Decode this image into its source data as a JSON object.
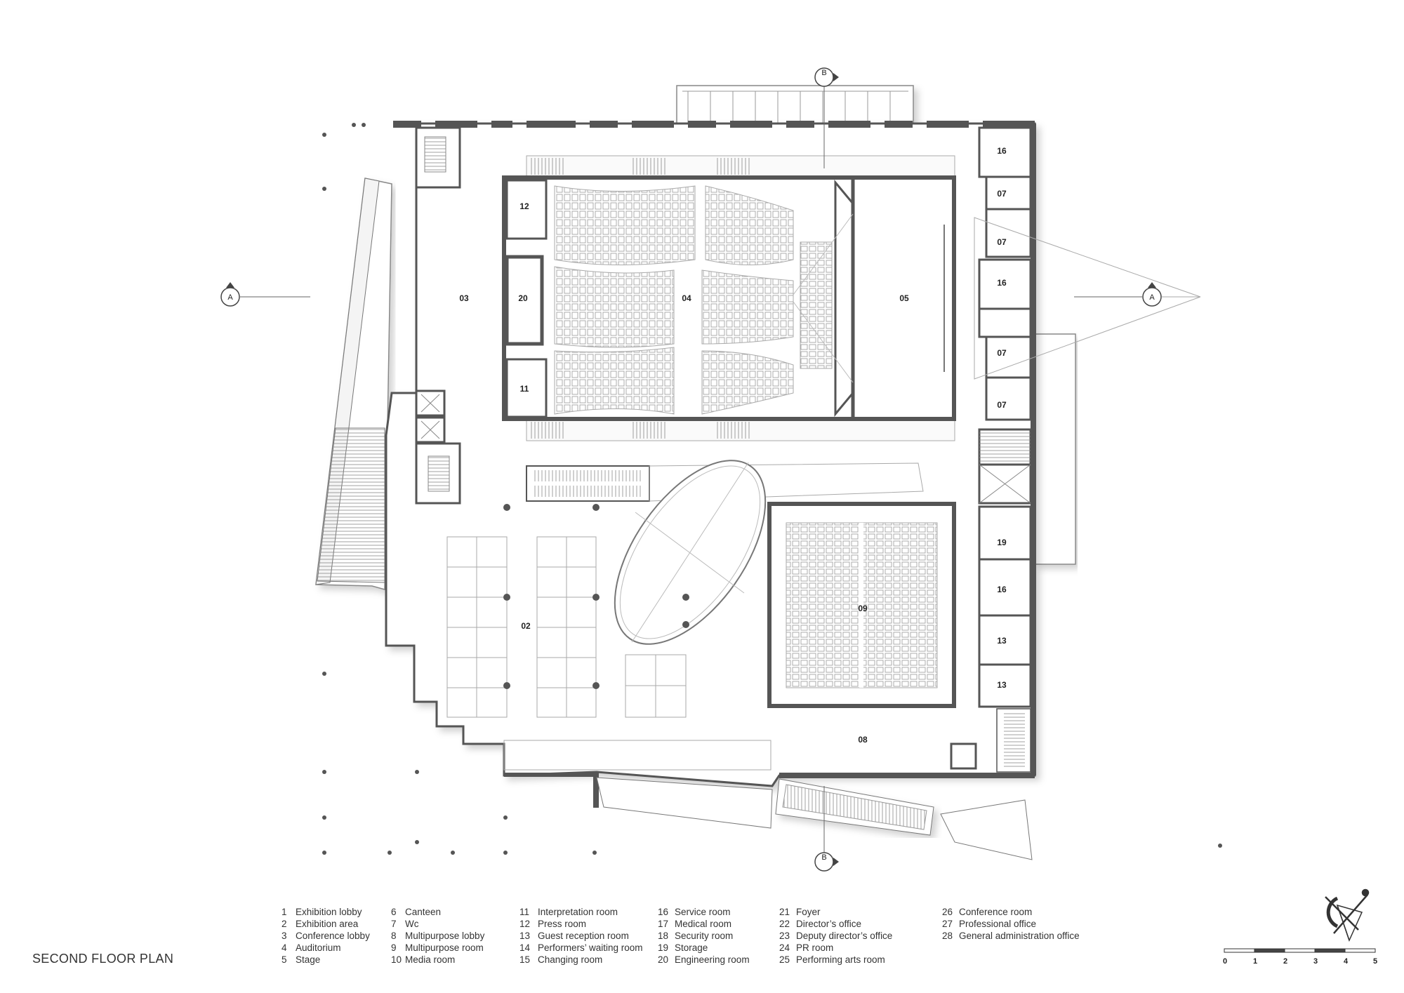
{
  "title": "SECOND FLOOR PLAN",
  "room_labels": {
    "r03": "03",
    "r04": "04",
    "r05": "05",
    "r12": "12",
    "r20": "20",
    "r11": "11",
    "r02": "02",
    "r09": "09",
    "r08": "08",
    "right_16a": "16",
    "right_07a": "07",
    "right_07b": "07",
    "right_16b": "16",
    "right_07c": "07",
    "right_07d": "07",
    "right_19": "19",
    "right_16c": "16",
    "right_13a": "13",
    "right_13b": "13"
  },
  "section_markers": {
    "top": "B",
    "bottom": "B",
    "left": "A",
    "right": "A"
  },
  "legend": [
    [
      {
        "n": "1",
        "t": "Exhibition lobby"
      },
      {
        "n": "2",
        "t": "Exhibition area"
      },
      {
        "n": "3",
        "t": "Conference lobby"
      },
      {
        "n": "4",
        "t": "Auditorium"
      },
      {
        "n": "5",
        "t": "Stage"
      }
    ],
    [
      {
        "n": "6",
        "t": "Canteen"
      },
      {
        "n": "7",
        "t": "Wc"
      },
      {
        "n": "8",
        "t": "Multipurpose lobby"
      },
      {
        "n": "9",
        "t": "Multipurpose room"
      },
      {
        "n": "10",
        "t": "Media room"
      }
    ],
    [
      {
        "n": "11",
        "t": "Interpretation room"
      },
      {
        "n": "12",
        "t": "Press room"
      },
      {
        "n": "13",
        "t": "Guest reception room"
      },
      {
        "n": "14",
        "t": "Performers’ waiting room"
      },
      {
        "n": "15",
        "t": "Changing room"
      }
    ],
    [
      {
        "n": "16",
        "t": "Service room"
      },
      {
        "n": "17",
        "t": "Medical room"
      },
      {
        "n": "18",
        "t": "Security room"
      },
      {
        "n": "19",
        "t": "Storage"
      },
      {
        "n": "20",
        "t": "Engineering room"
      }
    ],
    [
      {
        "n": "21",
        "t": "Foyer"
      },
      {
        "n": "22",
        "t": "Director’s office"
      },
      {
        "n": "23",
        "t": "Deputy director’s office"
      },
      {
        "n": "24",
        "t": "PR room"
      },
      {
        "n": "25",
        "t": "Performing arts room"
      }
    ],
    [
      {
        "n": "26",
        "t": "Conference room"
      },
      {
        "n": "27",
        "t": "Professional office"
      },
      {
        "n": "28",
        "t": "General administration office"
      }
    ]
  ],
  "scale_bar": {
    "ticks": [
      "0",
      "1",
      "2",
      "3",
      "4",
      "5"
    ]
  },
  "colors": {
    "wall": "#555555",
    "line": "#999999",
    "shadow": "#dddddd"
  }
}
